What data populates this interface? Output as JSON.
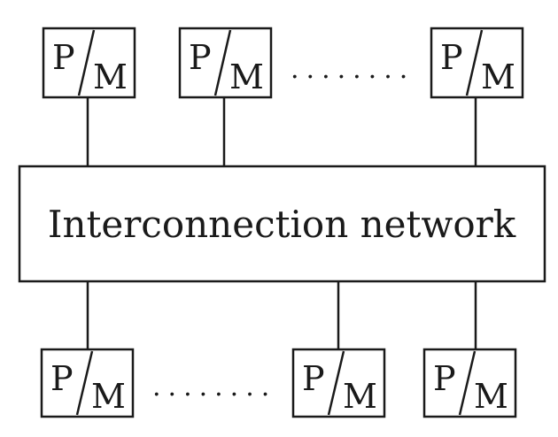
{
  "top_row": [
    {
      "p": "P",
      "m": "M"
    },
    {
      "p": "P",
      "m": "M"
    },
    {
      "p": "P",
      "m": "M"
    }
  ],
  "bottom_row": [
    {
      "p": "P",
      "m": "M"
    },
    {
      "p": "P",
      "m": "M"
    },
    {
      "p": "P",
      "m": "M"
    }
  ],
  "network": {
    "label": "Interconnection network"
  },
  "ellipsis": {
    "top": "........",
    "bottom": "........"
  }
}
